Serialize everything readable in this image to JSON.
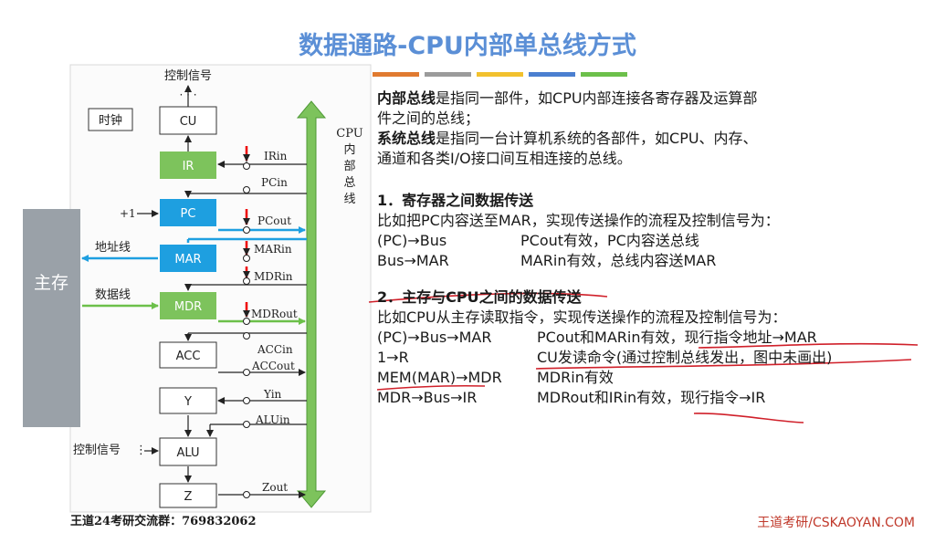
{
  "slide": {
    "title": "数据通路-CPU内部单总线方式"
  },
  "accent_colors": [
    "#e07a30",
    "#9b9b9b",
    "#f2c12e",
    "#4a7fd0",
    "#6cc04a"
  ],
  "diagram": {
    "main_memory": "主存",
    "bus_label": "CPU内部总线",
    "control_signal_top": "控制信号",
    "ellipsis": "· · ·",
    "clock": "时钟",
    "address_line": "地址线",
    "data_line": "数据线",
    "plus_one": "+1",
    "control_signal_alu": "控制信号",
    "registers": {
      "cu": "CU",
      "ir": "IR",
      "pc": "PC",
      "mar": "MAR",
      "mdr": "MDR",
      "acc": "ACC",
      "y": "Y",
      "alu": "ALU",
      "z": "Z"
    },
    "signals": {
      "irin": "IRin",
      "pcin": "PCin",
      "pcout": "PCout",
      "marin": "MARin",
      "mdrin": "MDRin",
      "mdrout": "MDRout",
      "accin": "ACCin",
      "accout": "ACCout",
      "yin": "Yin",
      "aluin": "ALUin",
      "zout": "Zout"
    }
  },
  "intro": {
    "internal_bus_term": "内部总线",
    "internal_bus_desc_1": "是指同一部件，如CPU内部连接各寄存器及运算部",
    "internal_bus_desc_2": "件之间的总线；",
    "system_bus_term": "系统总线",
    "system_bus_desc_1": "是指同一台计算机系统的各部件，如CPU、内存、",
    "system_bus_desc_2": "通道和各类I/O接口间互相连接的总线。"
  },
  "section1": {
    "heading": "1．寄存器之间数据传送",
    "desc": "比如把PC内容送至MAR，实现传送操作的流程及控制信号为：",
    "steps": [
      {
        "op": "(PC)→Bus",
        "note": "PCout有效，PC内容送总线"
      },
      {
        "op": "Bus→MAR",
        "note": "MARin有效，总线内容送MAR"
      }
    ]
  },
  "section2": {
    "heading": "2．主存与CPU之间的数据传送",
    "desc": "比如CPU从主存读取指令，实现传送操作的流程及控制信号为：",
    "steps": [
      {
        "op": "(PC)→Bus→MAR",
        "note": "PCout和MARin有效，现行指令地址→MAR"
      },
      {
        "op": "1→R",
        "note": "CU发读命令(通过控制总线发出，图中未画出)"
      },
      {
        "op": "MEM(MAR)→MDR",
        "note": "MDRin有效"
      },
      {
        "op": "MDR→Bus→IR",
        "note": "MDRout和IRin有效，现行指令→IR"
      }
    ]
  },
  "footer": {
    "left": "王道24考研交流群：769832062",
    "right": "王道考研/CSKAOYAN.COM"
  }
}
